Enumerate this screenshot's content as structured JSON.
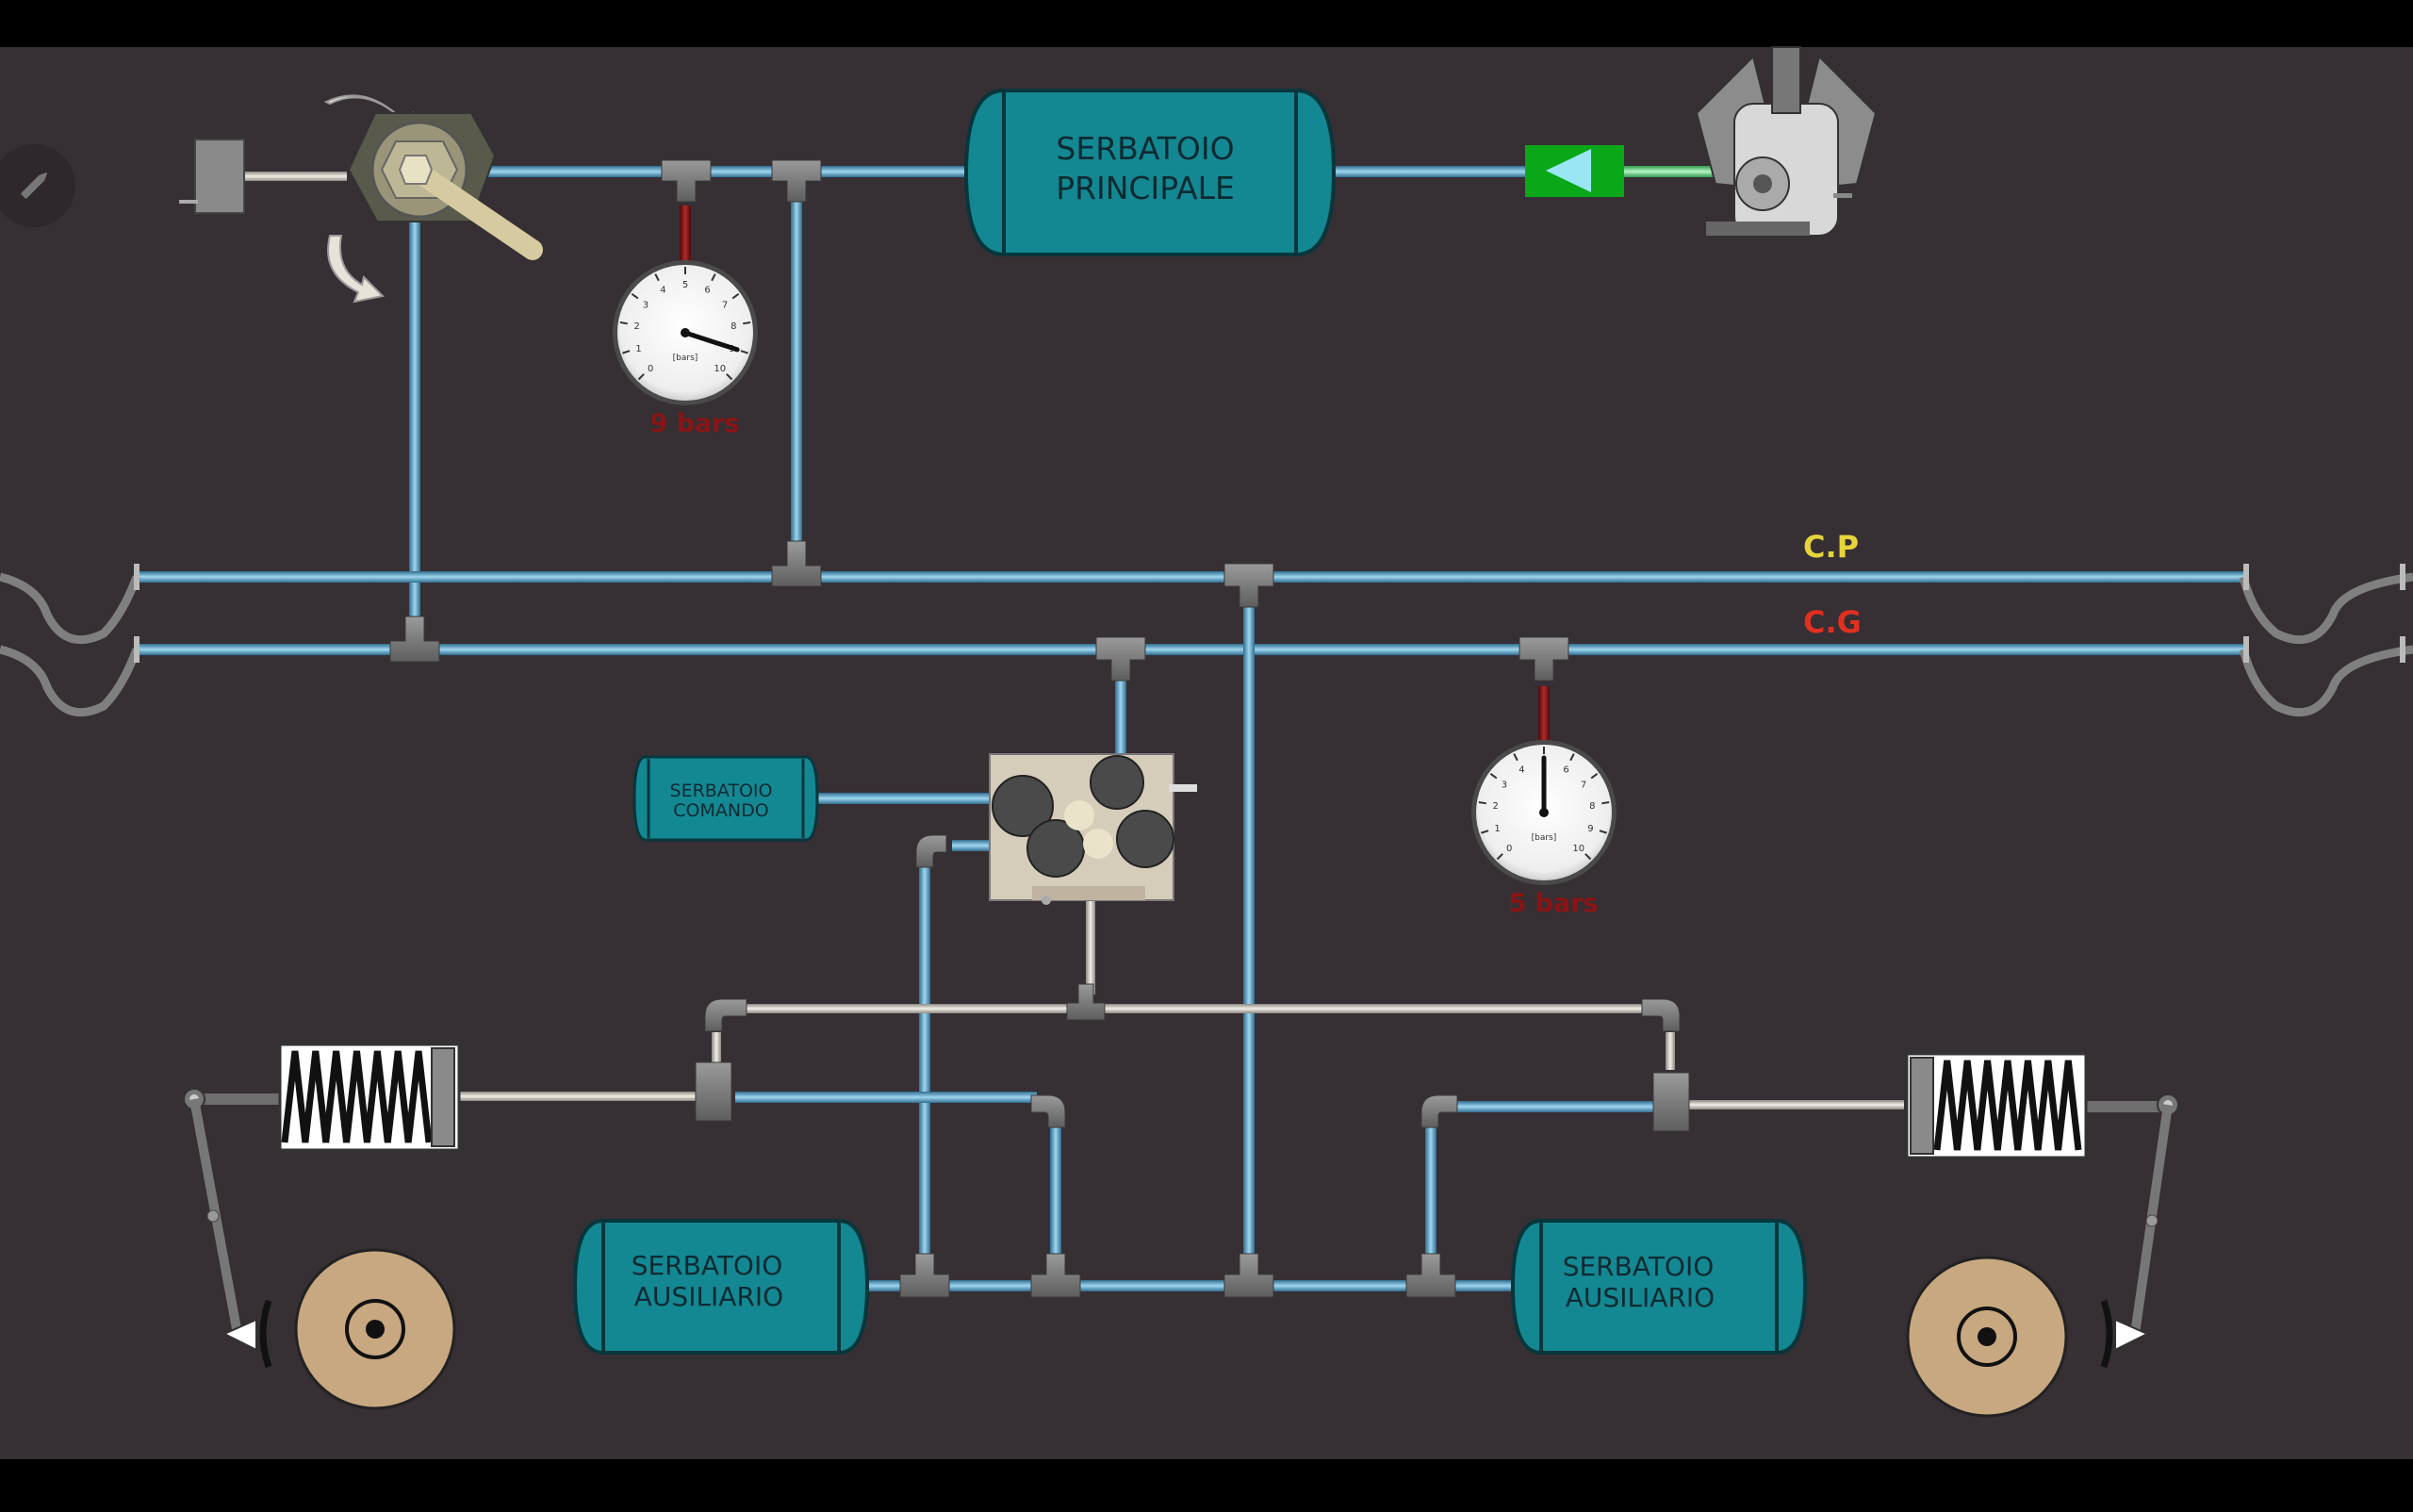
{
  "tanks": {
    "main": [
      "SERBATOIO",
      "PRINCIPALE"
    ],
    "command": [
      "SERBATOIO",
      "COMANDO"
    ],
    "aux_left": [
      "SERBATOIO",
      "AUSILIARIO"
    ],
    "aux_right": [
      "SERBATOIO",
      "AUSILIARIO"
    ]
  },
  "pipes": {
    "cp_label": "C.P",
    "cg_label": "C.G"
  },
  "gauges": {
    "main": {
      "value_label": "9 bars",
      "unit": "[bars]",
      "value": 9
    },
    "brake": {
      "value_label": "5 bars",
      "unit": "[bars]",
      "value": 5
    }
  },
  "gauge_ticks": [
    "0",
    "1",
    "2",
    "3",
    "4",
    "5",
    "6",
    "7",
    "8",
    "9",
    "10"
  ],
  "colors": {
    "background": "#362f34",
    "pipe_blue": "#4e9cc4",
    "pipe_white": "#cfcbc2",
    "tank_teal": "#138893",
    "cp_label": "#e5d43a",
    "cg_label": "#e0301f",
    "flow_indicator": "#0aa818",
    "wheel": "#c8a880"
  },
  "icons": {
    "edit": "pencil-icon",
    "flow": "left-arrow-icon"
  }
}
